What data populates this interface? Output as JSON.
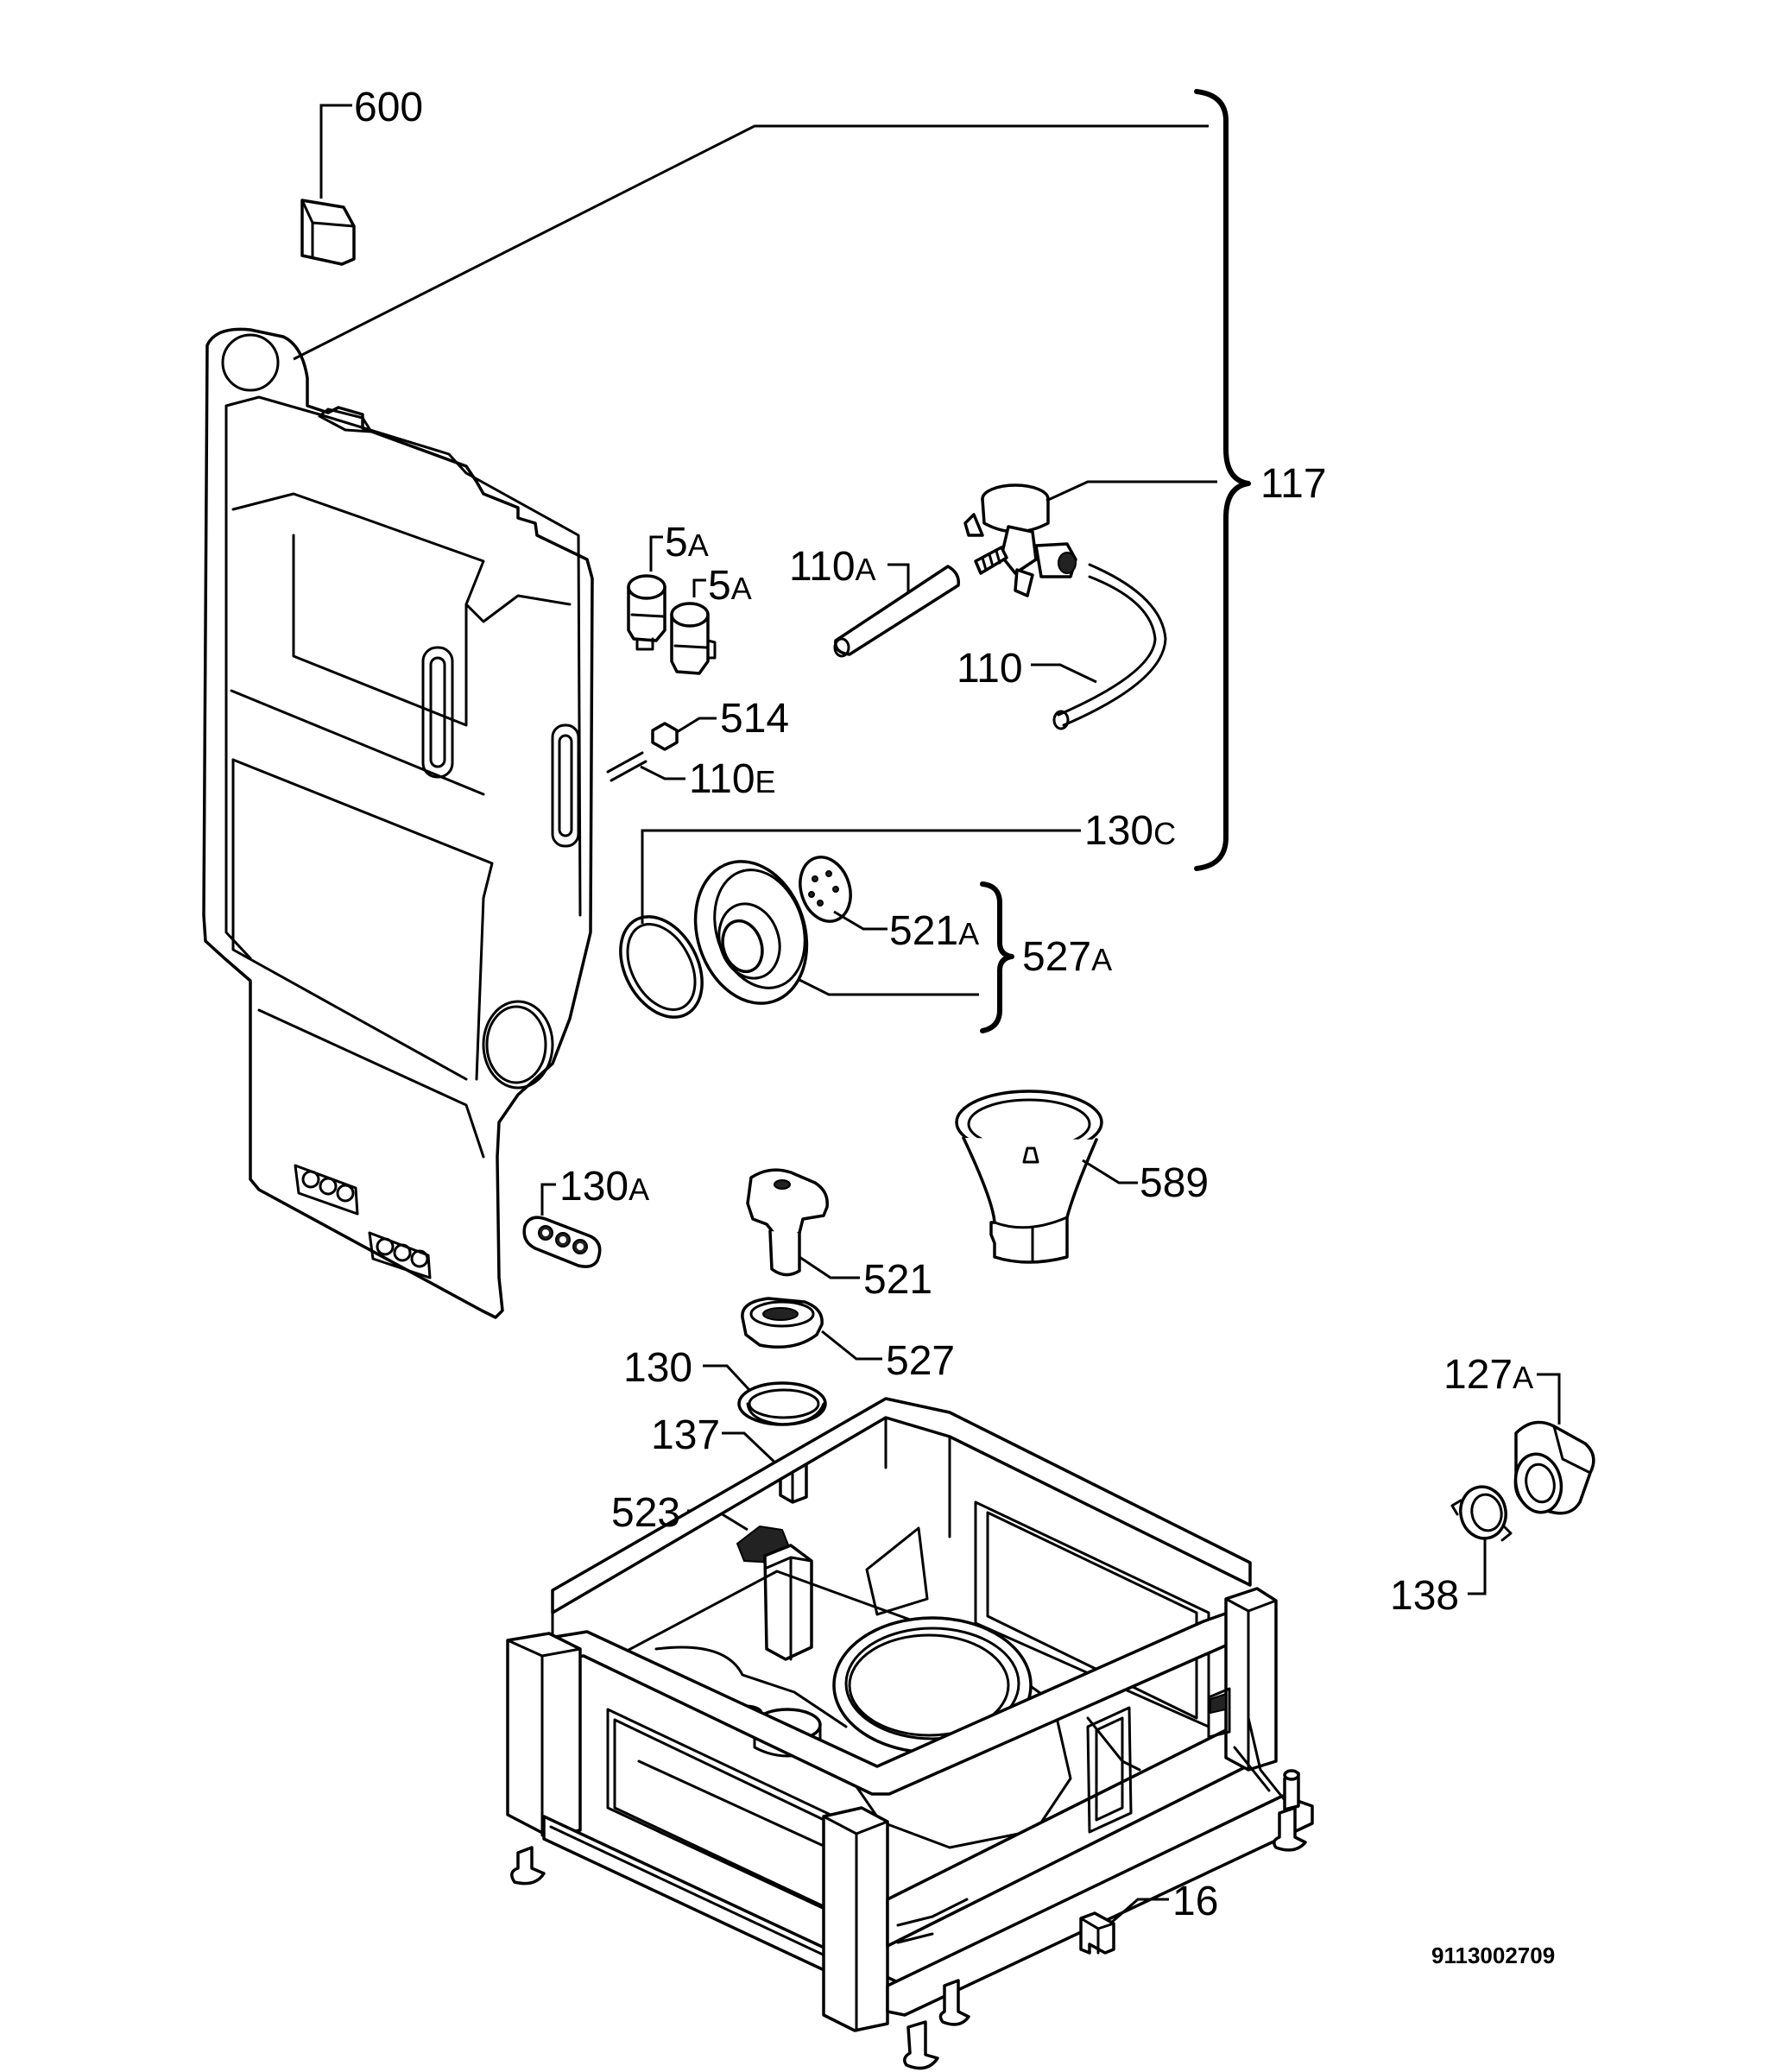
{
  "labels": {
    "l600": "600",
    "l117": "117",
    "l5a_1": "5",
    "l5a_1s": "A",
    "l5a_2": "5",
    "l5a_2s": "A",
    "l110a": "110",
    "l110as": "A",
    "l110": "110",
    "l514": "514",
    "l110e": "110",
    "l110es": "E",
    "l130c": "130",
    "l130cs": "C",
    "l521a": "521",
    "l521as": "A",
    "l527a": "527",
    "l527as": "A",
    "l589": "589",
    "l130a": "130",
    "l130as": "A",
    "l521": "521",
    "l527": "527",
    "l130": "130",
    "l137": "137",
    "l523": "523",
    "l127a": "127",
    "l127as": "A",
    "l138": "138",
    "l16": "16"
  },
  "drawing_code": "9113002709"
}
